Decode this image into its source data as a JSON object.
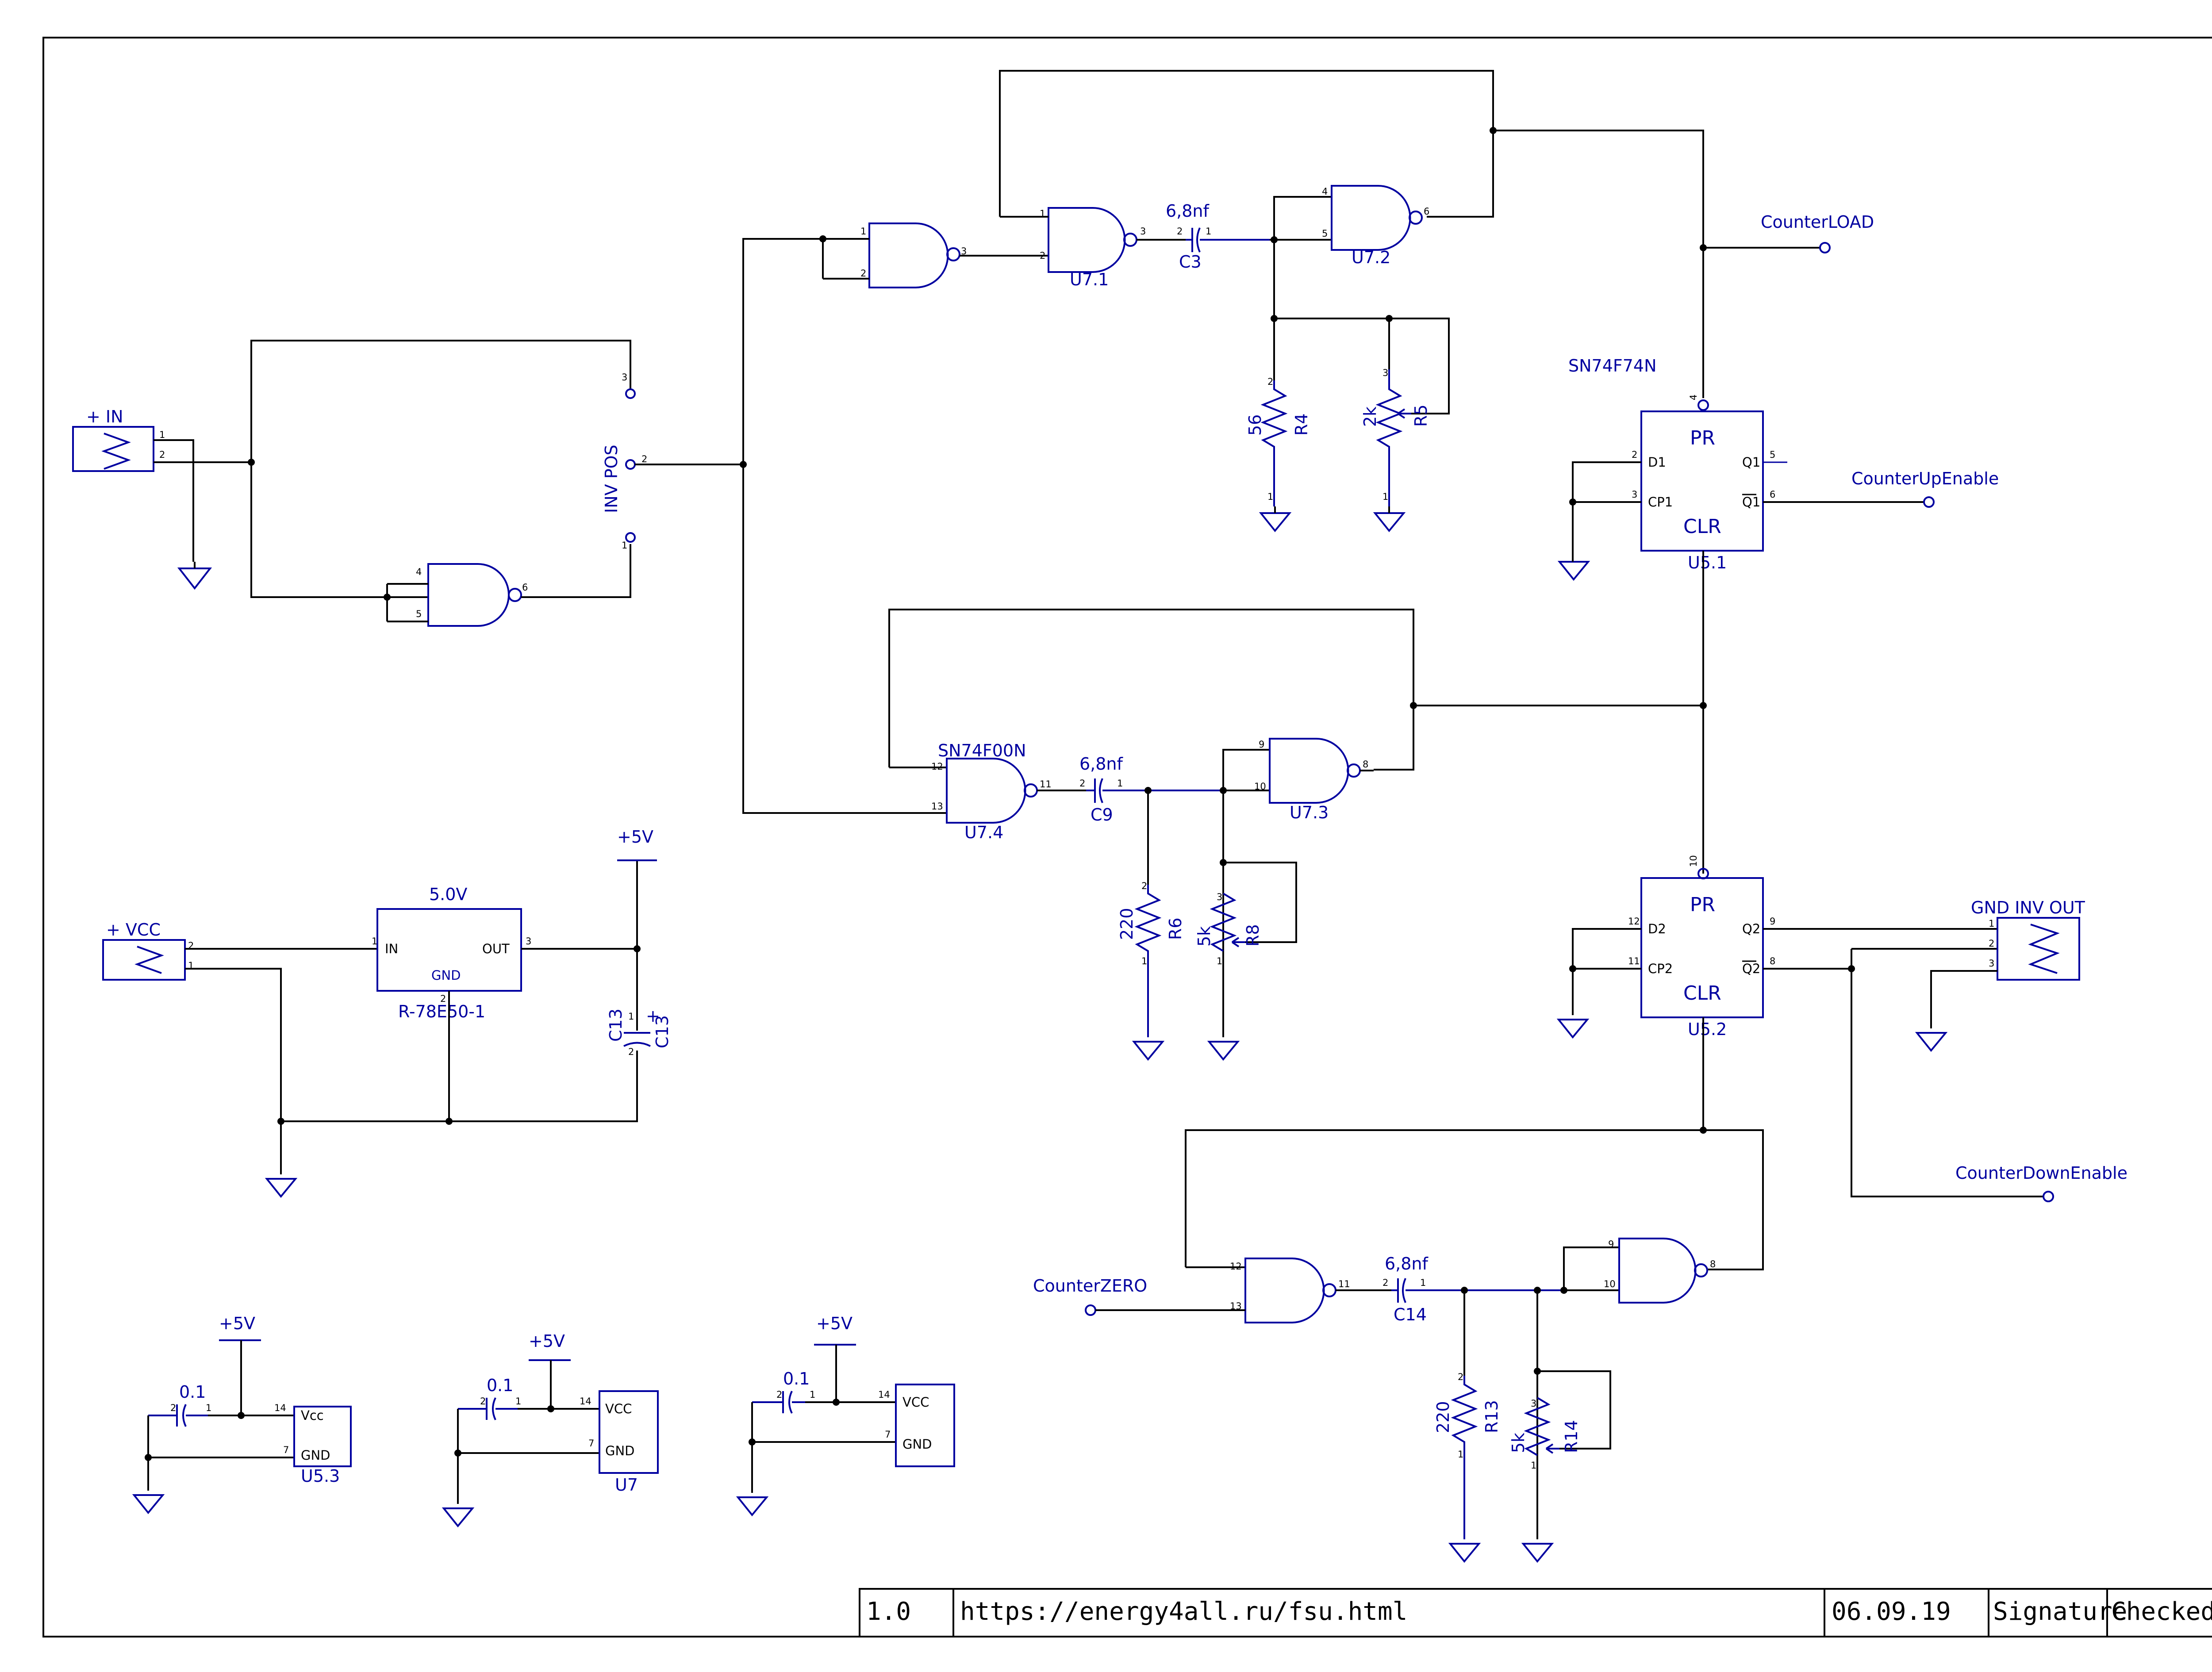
{
  "title_block": {
    "version": "1.0",
    "url": "https://energy4all.ru/fsu.html",
    "date": "06.09.19",
    "signature": "Signature",
    "checked": "Checked"
  },
  "connectors": {
    "in": "+ IN",
    "vcc": "+ VCC",
    "out": "GND  INV  OUT"
  },
  "switch_label": "INV POS",
  "nets": {
    "counter_load": "CounterLOAD",
    "counter_up_enable": "CounterUpEnable",
    "counter_down_enable": "CounterDownEnable",
    "counter_zero": "CounterZERO",
    "plus5v": "+5V"
  },
  "regulator": {
    "voltage": "5.0V",
    "part": "R-78E50-1",
    "in": "IN",
    "out": "OUT",
    "gnd": "GND"
  },
  "gates": {
    "u71": "U7.1",
    "u72": "U7.2",
    "u73": "U7.3",
    "u74": "U7.4",
    "sn74f00n": "SN74F00N"
  },
  "flipflops": {
    "part": "SN74F74N",
    "u51": "U5.1",
    "u52": "U5.2",
    "pr": "PR",
    "clr": "CLR",
    "d1": "D1",
    "cp1": "CP1",
    "q1": "Q1",
    "q1n": "Q1",
    "d2": "D2",
    "cp2": "CP2",
    "q2": "Q2",
    "q2n": "Q2"
  },
  "components": {
    "c3": "C3",
    "c9": "C9",
    "c14": "C14",
    "c13": "C13",
    "cap_value": "6,8nf",
    "r4": "R4",
    "r4_value": "56",
    "r5": "R5",
    "r5_value": "2k",
    "r6": "R6",
    "r6_value": "220",
    "r8": "R8",
    "r8_value": "5k",
    "r13": "R13",
    "r13_value": "220",
    "r14": "R14",
    "r14_value": "5k",
    "decoupling_value": "0.1"
  },
  "power_blocks": [
    {
      "name": "U5.3",
      "vcc": "Vcc",
      "gnd": "GND"
    },
    {
      "name": "U7",
      "vcc": "VCC",
      "gnd": "GND"
    },
    {
      "name": "",
      "vcc": "VCC",
      "gnd": "GND"
    }
  ]
}
